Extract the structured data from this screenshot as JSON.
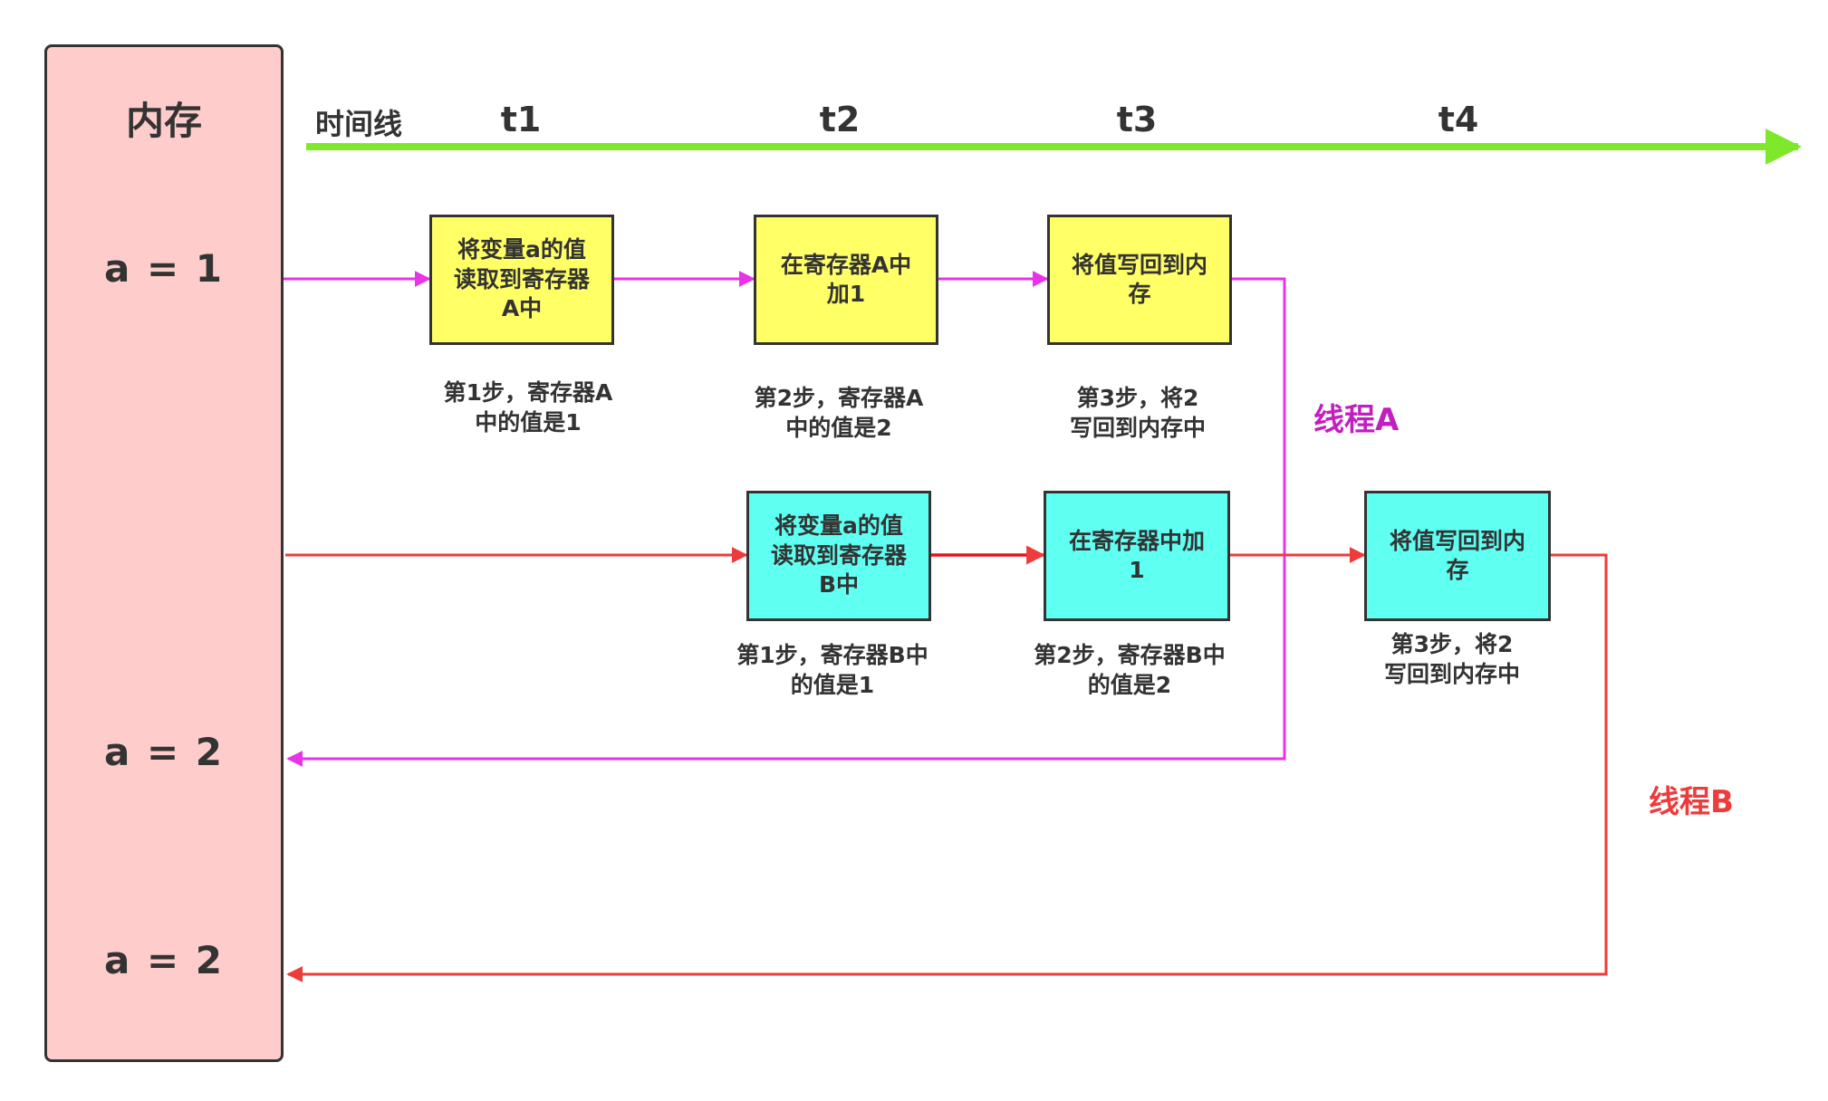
{
  "memory": {
    "title": "内存",
    "values": [
      "a = 1",
      "a = 2",
      "a = 2"
    ]
  },
  "timeline": {
    "label": "时间线",
    "ticks": [
      "t1",
      "t2",
      "t3",
      "t4"
    ],
    "color": "#7fe82a"
  },
  "thread_a": {
    "label": "线程A",
    "color": "#e833e8",
    "label_color": "#c21fc2",
    "steps": [
      "将变量a的值\n读取到寄存器\nA中",
      "在寄存器A中\n加1",
      "将值写回到内\n存"
    ],
    "captions": [
      "第1步，寄存器A\n中的值是1",
      "第2步，寄存器A\n中的值是2",
      "第3步，将2\n写回到内存中"
    ]
  },
  "thread_b": {
    "label": "线程B",
    "color": "#ee3b3b",
    "steps": [
      "将变量a的值\n读取到寄存器\nB中",
      "在寄存器中加\n1",
      "将值写回到内\n存"
    ],
    "captions": [
      "第1步，寄存器B中\n的值是1",
      "第2步，寄存器B中\n的值是2",
      "第3步，将2\n写回到内存中"
    ]
  },
  "colors": {
    "memory_fill": "#ffcccc",
    "step_a_fill": "#ffff66",
    "step_b_fill": "#5ffff2",
    "text": "#333333"
  }
}
